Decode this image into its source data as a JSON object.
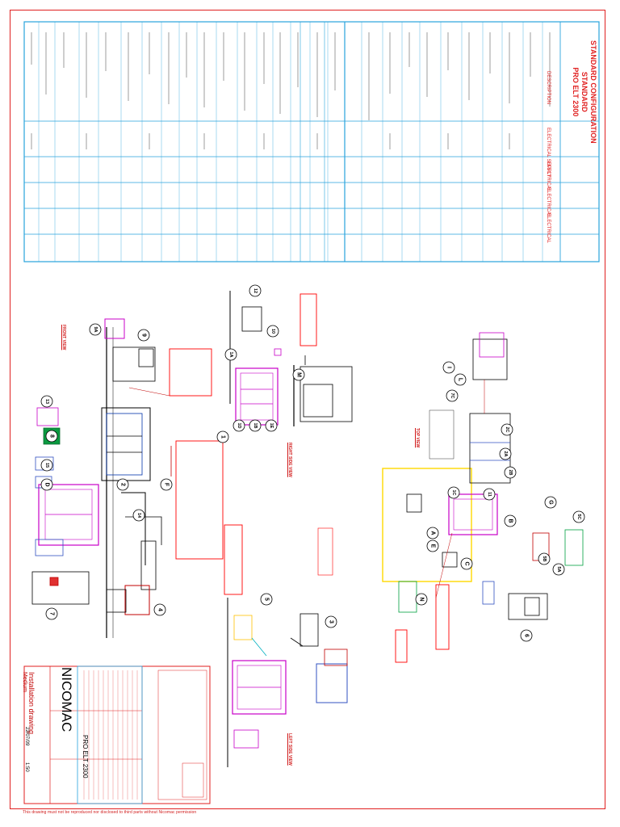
{
  "table": {
    "title_lines": [
      "STANDARD CONFIGURATION",
      "STANDARD",
      "PRO ELT 2300"
    ],
    "headers": [
      "DESCRIPTION",
      "ELECTRICAL SUPPLY",
      "ELECTRICAL",
      "ELECTRICAL",
      "ELECTRICAL"
    ]
  },
  "title_block": {
    "company": "NICOMAC",
    "model": "PRO ELT 2300",
    "drawing_title": "Installation drawing",
    "revision": "Medium",
    "date": "22/07/09",
    "scale": "1:50"
  },
  "views": {
    "front": "FRONT VIEW",
    "right": "RIGHT SIDE VIEW",
    "left": "LEFT SIDE VIEW",
    "top": "TOP VIEW"
  },
  "callouts": [
    "1",
    "2",
    "4",
    "7",
    "8",
    "9",
    "9A",
    "10",
    "11",
    "12",
    "13",
    "14",
    "15",
    "1A",
    "1B",
    "1D",
    "1E",
    "2A",
    "2B",
    "2C",
    "3",
    "5",
    "5A",
    "5B",
    "5C",
    "6",
    "A",
    "B",
    "C",
    "D",
    "E",
    "F",
    "G",
    "I",
    "L",
    "M",
    "N",
    "7C",
    "1C"
  ],
  "footer_note": "This drawing must not be reproduced nor disclosed to third parts without Nicomac permission",
  "colors": {
    "border": "#e02020",
    "table": "#29a3dc",
    "outline": "#000000",
    "accent": "#c800c8",
    "alert": "#ff0000",
    "yellow": "#ffd800",
    "green": "#00a040"
  }
}
